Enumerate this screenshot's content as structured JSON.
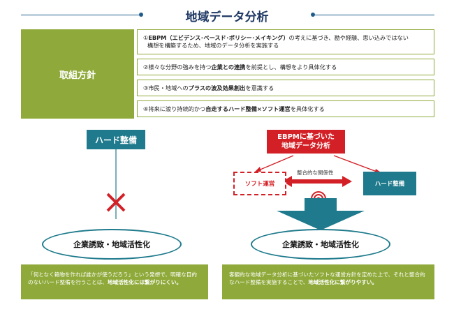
{
  "title": "地域データ分析",
  "policy": {
    "heading": "取組方針",
    "items": [
      {
        "pre": "①",
        "bold1": "EBPM（エビデンス･ベースド･ポリシー･メイキング）",
        "mid": "の考えに基づき、勘や経験、思い込みではない",
        "bold2": "",
        "post": "",
        "line2": "構想を構築するため、地域のデータ分析を実施する"
      },
      {
        "pre": "②様々な分野の強みを持つ",
        "bold1": "企業との連携",
        "mid": "を前提とし、構想をより具体化する",
        "bold2": "",
        "post": "",
        "line2": ""
      },
      {
        "pre": "③市民・地域への",
        "bold1": "プラスの波及効果創出",
        "mid": "を意識する",
        "bold2": "",
        "post": "",
        "line2": ""
      },
      {
        "pre": "④将来に渡り持続的かつ",
        "bold1": "自走するハード整備×ソフト運営",
        "mid": "を具体化する",
        "bold2": "",
        "post": "",
        "line2": ""
      }
    ]
  },
  "left": {
    "hard_label": "ハード整備",
    "goal_label": "企業誘致・地域活性化",
    "note_text": "「何となく箱物を作れば誰かが使うだろう」という発想で、明確な目的のないハード整備を行うことは、",
    "note_bold": "地域活性化には繋がりにくい。"
  },
  "right": {
    "ebpm_line1": "EBPMに基づいた",
    "ebpm_line2": "地域データ分析",
    "soft_label": "ソフト運営",
    "relation_label": "整合的な関係性",
    "hard_label": "ハード整備",
    "goal_label": "企業誘致・地域活性化",
    "note_text": "客観的な地域データ分析に基づいたソフトな運営方針を定めた上で、それと整合的なハード整備を実施することで、",
    "note_bold": "地域活性化に繋がりやすい。"
  },
  "colors": {
    "green": "#8faa3a",
    "teal": "#1e7a8c",
    "red": "#d32026",
    "navy": "#1f3864"
  }
}
